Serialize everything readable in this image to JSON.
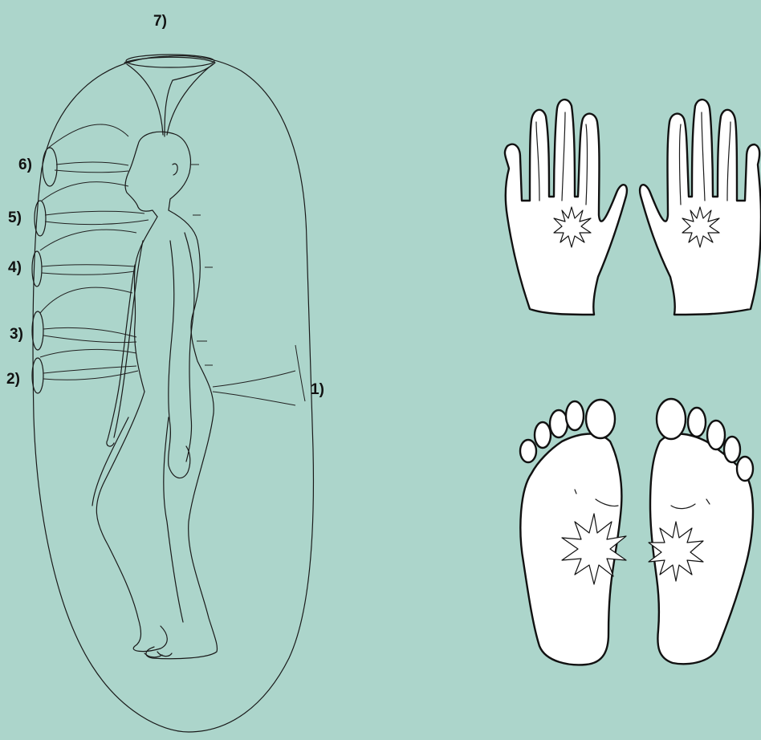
{
  "labels": {
    "crown": "7)",
    "brow": "6)",
    "throat": "5)",
    "heart": "4)",
    "solar_plexus": "3)",
    "sacral": "2)",
    "root": "1)"
  },
  "colors": {
    "background": "#acd5cb",
    "line": "#111111",
    "fill": "#ffffff"
  },
  "figures": [
    "human-figure-side-view",
    "energy-field-outline",
    "open-palms",
    "foot-soles"
  ]
}
